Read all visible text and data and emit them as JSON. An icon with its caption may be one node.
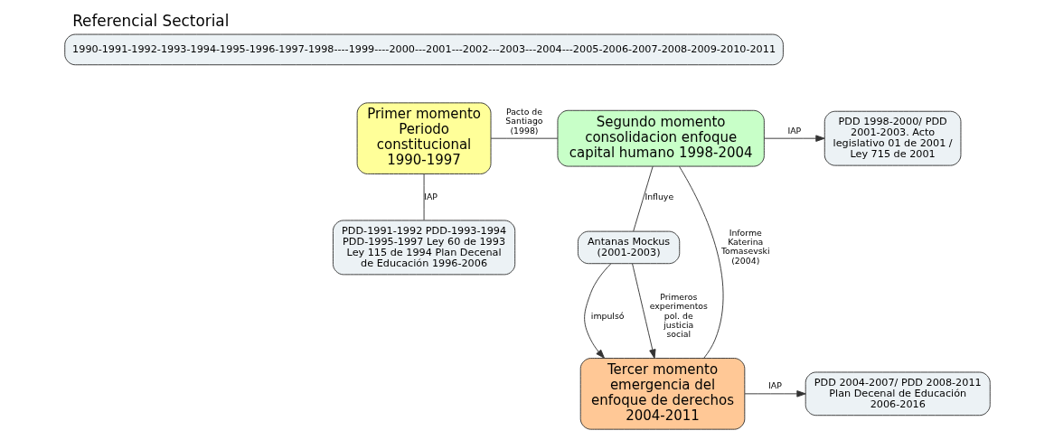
{
  "diagram": {
    "title": "Referencial Sectorial",
    "nodes": [
      {
        "text": [
          "1990-1991-1992-1993-1994-1995-1996-1997-1998----1999----2000---2001---2002---2003---2004---2005-2006-2007-2008-2009-2010-2011"
        ]
      },
      {
        "text": [
          "Primer momento Periodo constitucional 1990-1997"
        ]
      },
      {
        "text": [
          "PDD-1991-1992 PDD-1993-1994 PDD-1995-1997 Ley 60 de 1993 Ley 115 de 1994 Plan Decenal de Educación 1996-2006"
        ]
      },
      {
        "text": [
          "Segundo momento consolidacion enfoque capital humano 1998-2004"
        ]
      },
      {
        "text": [
          "PDD 1998-2000/ PDD 2001-2003. Acto legislativo 01 de 2001 / Ley 715 de 2001"
        ]
      },
      {
        "text": [
          "Antanas Mockus (2001-2003)"
        ]
      },
      {
        "text": [
          "Tercer momento emergencia del enfoque de derechos 2004-2011"
        ]
      },
      {
        "text": [
          "PDD 2004-2007/ PDD 2008-2011 Plan Decenal de Educación 2006-2016"
        ]
      }
    ],
    "edges": [
      {
        "from": 1,
        "to": 2,
        "arrow": "none",
        "label": "IAP"
      },
      {
        "from": 1,
        "to": 3,
        "arrow": "none",
        "label": "Pacto de Santiago (1998)"
      },
      {
        "from": 3,
        "to": 4,
        "arrow": "to",
        "label": "IAP"
      },
      {
        "from": 3,
        "to": 6,
        "arrow": "none",
        "label": "Informe Katerina Tomasevski (2004)"
      },
      {
        "from": 3,
        "to": 5,
        "arrow": "none",
        "label": "Influye"
      },
      {
        "from": 5,
        "to": 6,
        "arrow": "to",
        "label": "impulsó"
      },
      {
        "from": 5,
        "to": 6,
        "arrow": "to",
        "label": "Primeros experimentos pol. de justicia social"
      },
      {
        "from": 6,
        "to": 7,
        "arrow": "to",
        "label": "IAP"
      }
    ]
  }
}
